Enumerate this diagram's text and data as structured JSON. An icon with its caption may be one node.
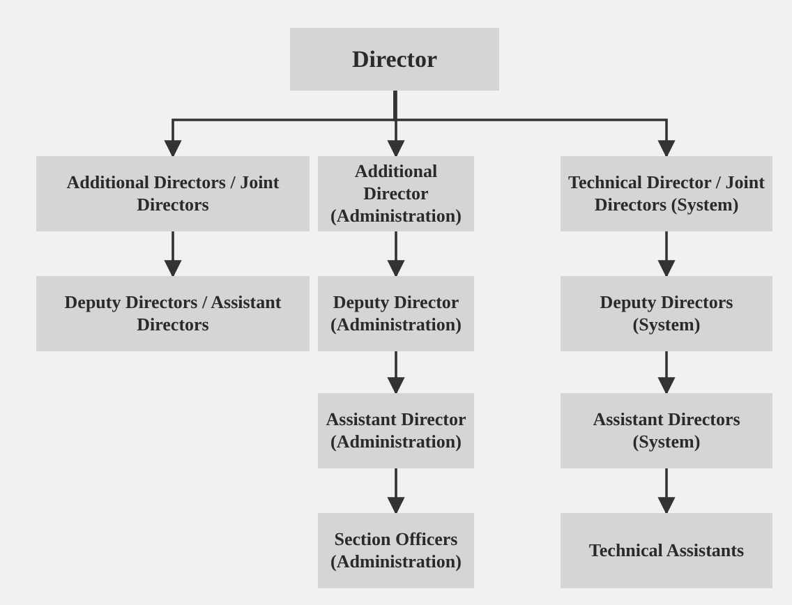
{
  "diagram": {
    "nodes": [
      {
        "text": [
          "Director"
        ]
      },
      {
        "text": [
          "Additional Directors / Joint Directors"
        ]
      },
      {
        "text": [
          "Additional Director (Administration)"
        ]
      },
      {
        "text": [
          "Technical Director / Joint Directors (System)"
        ]
      },
      {
        "text": [
          "Deputy Directors / Assistant Directors"
        ]
      },
      {
        "text": [
          "Deputy Director (Administration)"
        ]
      },
      {
        "text": [
          "Deputy Directors (System)"
        ]
      },
      {
        "text": [
          "Assistant Director (Administration)"
        ]
      },
      {
        "text": [
          "Assistant Directors (System)"
        ]
      },
      {
        "text": [
          "Section Officers (Administration)"
        ]
      },
      {
        "text": [
          "Technical Assistants"
        ]
      }
    ],
    "edges": [
      {
        "from": 0,
        "to": 1,
        "arrow": "to"
      },
      {
        "from": 0,
        "to": 2,
        "arrow": "to"
      },
      {
        "from": 0,
        "to": 3,
        "arrow": "to"
      },
      {
        "from": 1,
        "to": 4,
        "arrow": "to"
      },
      {
        "from": 2,
        "to": 5,
        "arrow": "to"
      },
      {
        "from": 3,
        "to": 6,
        "arrow": "to"
      },
      {
        "from": 5,
        "to": 7,
        "arrow": "to"
      },
      {
        "from": 6,
        "to": 8,
        "arrow": "to"
      },
      {
        "from": 7,
        "to": 9,
        "arrow": "to"
      },
      {
        "from": 8,
        "to": 10,
        "arrow": "to"
      }
    ]
  }
}
